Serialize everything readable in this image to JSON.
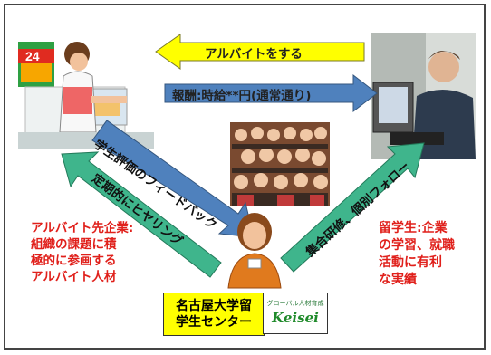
{
  "arrows": {
    "top": "アルバイトをする",
    "middle": "報酬:時給**円(通常通り)",
    "feedback": "学生評価のフィードバック",
    "hearing": "定期的にヒヤリング",
    "training": "集合研修、個別フォロー"
  },
  "left_caption": [
    "アルバイト先企業:",
    "組織の課題に積",
    "極的に参画する",
    "アルバイト人材"
  ],
  "right_caption": [
    "留学生:企業",
    "の学習、就職",
    "活動に有利",
    "な実績"
  ],
  "org": {
    "line1": "名古屋大学留",
    "line2": "学生センター",
    "logo_tag": "グローバル人材育成",
    "logo_name": "Keisei"
  },
  "store_sign": "24",
  "colors": {
    "yellow_arrow": "#ffff00",
    "blue_arrow": "#4f81bd",
    "green_arrow": "#3fb58c",
    "caption_red": "#e0201b"
  }
}
